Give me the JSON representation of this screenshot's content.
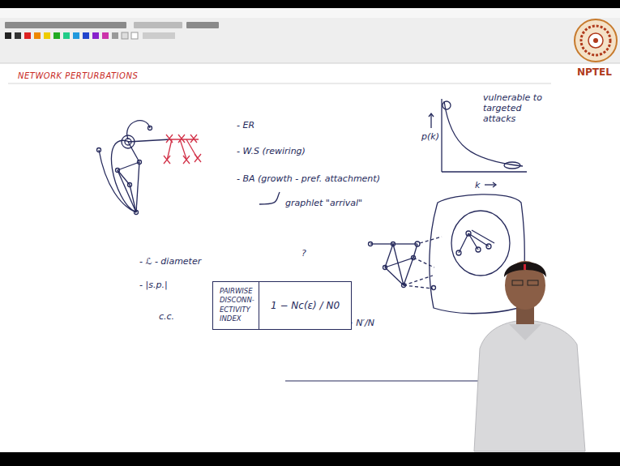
{
  "diagram": {
    "title": "NETWORK PERTURBATIONS",
    "nodes": [
      {
        "text": [
          "PAIRWISE DISCONN-ECTIVITY INDEX",
          "1 − Nc(ε) / N0"
        ]
      }
    ],
    "labels": [
      "- ER",
      "- W.S (rewiring)",
      "- BA (growth - pref. attachment)",
      "graphlet \"arrival\"",
      "vulnerable to targeted attacks",
      "p(k)",
      "k",
      "?",
      "- ℒ - diameter",
      "- |s.p.|",
      "c.c.",
      "1 − N′/N",
      "NPTEL"
    ]
  }
}
